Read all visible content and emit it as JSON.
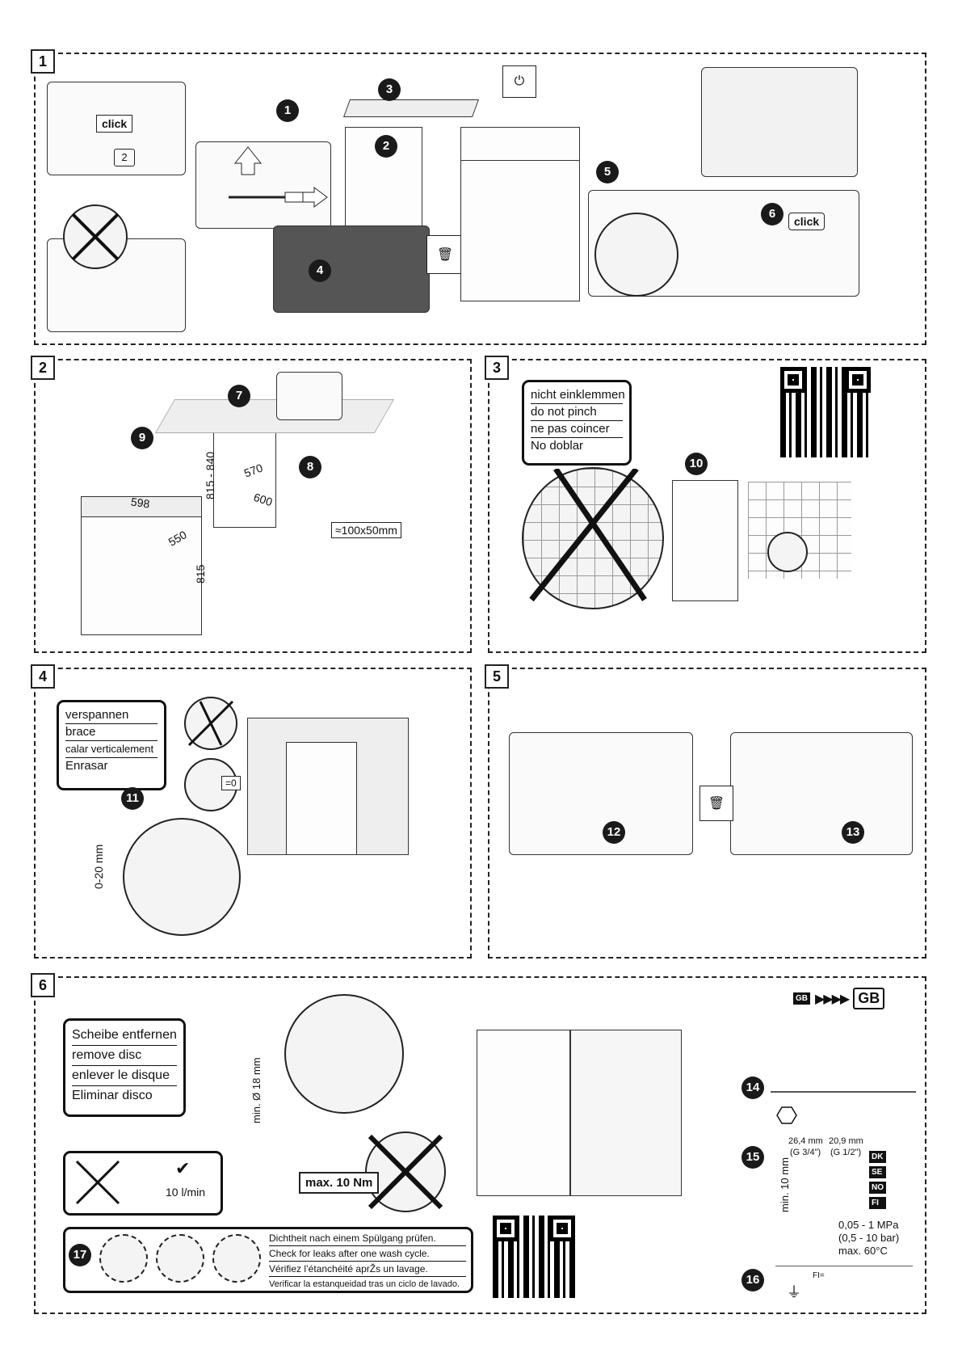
{
  "panels": [
    {
      "number": "1"
    },
    {
      "number": "2"
    },
    {
      "number": "3"
    },
    {
      "number": "4"
    },
    {
      "number": "5"
    },
    {
      "number": "6"
    }
  ],
  "steps": [
    "1",
    "2",
    "3",
    "4",
    "5",
    "6",
    "7",
    "8",
    "9",
    "10",
    "11",
    "12",
    "13",
    "14",
    "15",
    "16",
    "17"
  ],
  "click_label": "click",
  "hex_step": "2",
  "panel2": {
    "dim_598": "598",
    "dim_570": "570",
    "dim_600": "600",
    "dim_550": "550",
    "dim_815_840": "815 - 840",
    "dim_815": "815",
    "cutout": "≈100x50mm"
  },
  "panel3": {
    "warning": [
      "nicht einklemmen",
      "do not pinch",
      "ne pas coincer",
      "No doblar"
    ]
  },
  "panel4": {
    "note": [
      "verspannen",
      "brace",
      "calar verticalement",
      "Enrasar"
    ],
    "zero_label": "=0",
    "height_range": "0-20 mm"
  },
  "panel6": {
    "remove_disc": [
      "Scheibe entfernen",
      "remove disc",
      "enlever le disque",
      "Eliminar disco"
    ],
    "hose_diameter": "min. Ø 18 mm",
    "flow_rate": "10 l/min",
    "check": "✔",
    "torque": "max. 10 Nm",
    "leak_check": [
      "Dichtheit nach einem Spülgang prüfen.",
      "Check for leaks after one wash cycle.",
      "Vérifiez l’étanchéité aprŽs un lavage.",
      "Verificar la estanqueidad tras un ciclo de lavado."
    ],
    "gb_small": "GB",
    "gb_arrows": "▶▶▶▶",
    "gb_large": "GB",
    "thread_large": "26,4 mm",
    "thread_large_g": "(G 3/4\")",
    "thread_small": "20,9 mm",
    "thread_small_g": "(G 1/2\")",
    "min_height": "min. 10 mm",
    "countries": [
      "DK",
      "SE",
      "NO",
      "FI"
    ],
    "pressure_mpa": "0,05 - 1 MPa",
    "pressure_bar": "(0,5 - 10 bar)",
    "max_temp": "max. 60°C",
    "fi_label": "FI="
  }
}
